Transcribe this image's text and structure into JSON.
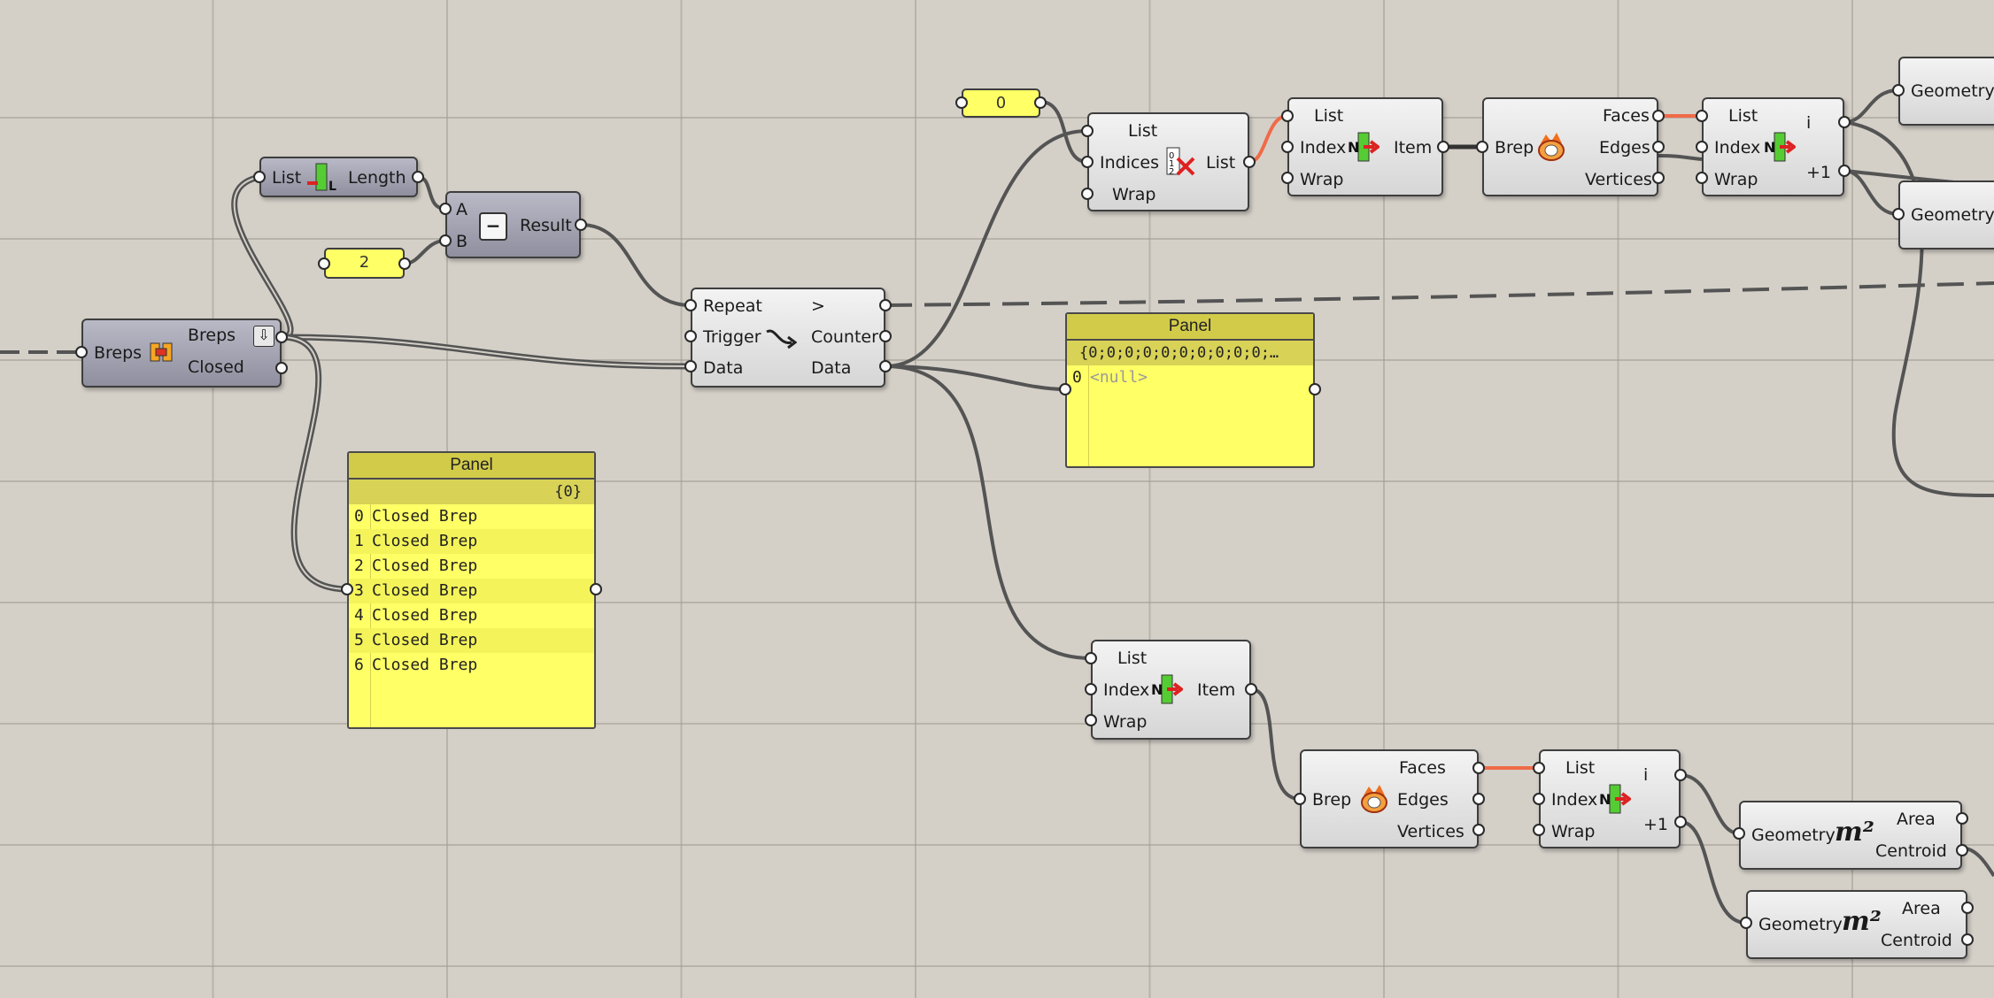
{
  "breps": {
    "input": "Breps",
    "out1": "Breps",
    "out2": "Closed",
    "menu": "⇩"
  },
  "list_length": {
    "input": "List",
    "output": "Length"
  },
  "slider_2": {
    "value": "2"
  },
  "slider_0": {
    "value": "0"
  },
  "subtract": {
    "a": "A",
    "b": "B",
    "output": "Result",
    "symbol": "−"
  },
  "anemone": {
    "in1": "Repeat",
    "in2": "Trigger",
    "in3": "Data",
    "out1": ">",
    "out2": "Counter",
    "out3": "Data"
  },
  "cull_index": {
    "in1": "List",
    "in2": "Indices",
    "in3": "Wrap",
    "output": "List"
  },
  "list_item_top": {
    "in1": "List",
    "in2": "Index",
    "in3": "Wrap",
    "output": "Item",
    "icon_letter": "N"
  },
  "deconstruct_top": {
    "input": "Brep",
    "out1": "Faces",
    "out2": "Edges",
    "out3": "Vertices"
  },
  "shift_top": {
    "in1": "List",
    "in2": "Index",
    "in3": "Wrap",
    "out1": "i",
    "out2": "+1",
    "icon_letter": "N"
  },
  "geometry_top1": {
    "input": "Geometry"
  },
  "geometry_top2": {
    "input": "Geometry"
  },
  "panel_null": {
    "title": "Panel",
    "path": "{0;0;0;0;0;0;0;0;0;0;…",
    "rows": [
      {
        "index": "0",
        "value": "<null>"
      }
    ]
  },
  "panel_closed": {
    "title": "Panel",
    "path": "{0}",
    "rows": [
      {
        "index": "0",
        "value": "Closed Brep"
      },
      {
        "index": "1",
        "value": "Closed Brep"
      },
      {
        "index": "2",
        "value": "Closed Brep"
      },
      {
        "index": "3",
        "value": "Closed Brep"
      },
      {
        "index": "4",
        "value": "Closed Brep"
      },
      {
        "index": "5",
        "value": "Closed Brep"
      },
      {
        "index": "6",
        "value": "Closed Brep"
      }
    ]
  },
  "list_item_bottom": {
    "in1": "List",
    "in2": "Index",
    "in3": "Wrap",
    "output": "Item",
    "icon_letter": "N"
  },
  "deconstruct_bottom": {
    "input": "Brep",
    "out1": "Faces",
    "out2": "Edges",
    "out3": "Vertices"
  },
  "shift_bottom": {
    "in1": "List",
    "in2": "Index",
    "in3": "Wrap",
    "out1": "i",
    "out2": "+1",
    "icon_letter": "N"
  },
  "area1": {
    "input": "Geometry",
    "out1": "Area",
    "out2": "Centroid",
    "icon_text": "m²"
  },
  "area2": {
    "input": "Geometry",
    "out1": "Area",
    "out2": "Centroid",
    "icon_text": "m²"
  },
  "colors": {
    "canvas": "#d4d0c8",
    "wire": "#545454",
    "wire_selected": "#f06a48",
    "param_yellow": "#ffff66"
  }
}
